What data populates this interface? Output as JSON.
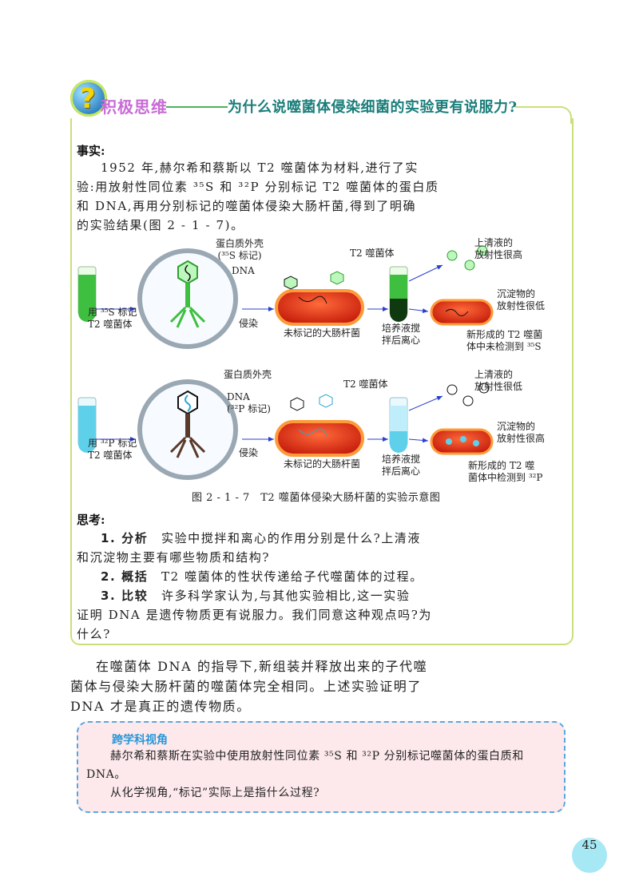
{
  "header": {
    "badge_glyph": "?",
    "label": "积极思维",
    "question": "为什么说噬菌体侵染细菌的实验更有说服力?"
  },
  "facts": {
    "heading": "事实:",
    "lines": [
      "1952 年,赫尔希和蔡斯以 T2 噬菌体为材料,进行了实",
      "验:用放射性同位素 ³⁵S 和 ³²P 分别标记 T2 噬菌体的蛋白质",
      "和 DNA,再用分别标记的噬菌体侵染大肠杆菌,得到了明确",
      "的实验结果(图 2 - 1 - 7)。"
    ]
  },
  "figure": {
    "top": {
      "tube_label_1": "用 ³⁵S 标记",
      "tube_label_2": "T2 噬菌体",
      "coat_label_1": "蛋白质外壳",
      "coat_label_2": "(³⁵S 标记)",
      "dna_label": "DNA",
      "infect_label": "侵染",
      "phage_label": "T2 噬菌体",
      "bacterium_label": "未标记的大肠杆菌",
      "centrifuge_1": "培养液搅",
      "centrifuge_2": "拌后离心",
      "supernatant_1": "上清液的",
      "supernatant_2": "放射性很高",
      "sediment_1": "沉淀物的",
      "sediment_2": "放射性很低",
      "progeny_1": "新形成的 T2 噬菌",
      "progeny_2": "体中未检测到 ³⁵S"
    },
    "bottom": {
      "tube_label_1": "用 ³²P 标记",
      "tube_label_2": "T2 噬菌体",
      "coat_label": "蛋白质外壳",
      "dna_label_1": "DNA",
      "dna_label_2": "(³²P 标记)",
      "infect_label": "侵染",
      "phage_label": "T2 噬菌体",
      "bacterium_label": "未标记的大肠杆菌",
      "centrifuge_1": "培养液搅",
      "centrifuge_2": "拌后离心",
      "supernatant_1": "上清液的",
      "supernatant_2": "放射性很低",
      "sediment_1": "沉淀物的",
      "sediment_2": "放射性很高",
      "progeny_1": "新形成的 T2 噬",
      "progeny_2": "菌体中检测到 ³²P"
    },
    "caption": "图 2 - 1 - 7　T2 噬菌体侵染大肠杆菌的实验示意图"
  },
  "thinking": {
    "heading": "思考:",
    "q1_tag": "1. 分析",
    "q1_line1": "实验中搅拌和离心的作用分别是什么?上清液",
    "q1_line2": "和沉淀物主要有哪些物质和结构?",
    "q2_tag": "2. 概括",
    "q2_line1": "T2 噬菌体的性状传递给子代噬菌体的过程。",
    "q3_tag": "3. 比较",
    "q3_line1": "许多科学家认为,与其他实验相比,这一实验",
    "q3_line2": "证明 DNA 是遗传物质更有说服力。我们同意这种观点吗?为",
    "q3_line3": "什么?"
  },
  "body": {
    "lines": [
      "在噬菌体 DNA 的指导下,新组装并释放出来的子代噬",
      "菌体与侵染大肠杆菌的噬菌体完全相同。上述实验证明了",
      "DNA 才是真正的遗传物质。"
    ]
  },
  "cross": {
    "title": "跨学科视角",
    "line1": "赫尔希和蔡斯在实验中使用放射性同位素 ³⁵S 和 ³²P 分别标记噬菌体的蛋白质和",
    "line2": "DNA。",
    "line3": "从化学视角,“标记”实际上是指什么过程?"
  },
  "page_number": "45",
  "colors": {
    "green": "#3fbf3f",
    "cyan": "#5fd0ea",
    "red": "#e0301e",
    "title": "#1a7e7a",
    "label": "#c86bd6",
    "arrow": "#2a3fd0"
  }
}
